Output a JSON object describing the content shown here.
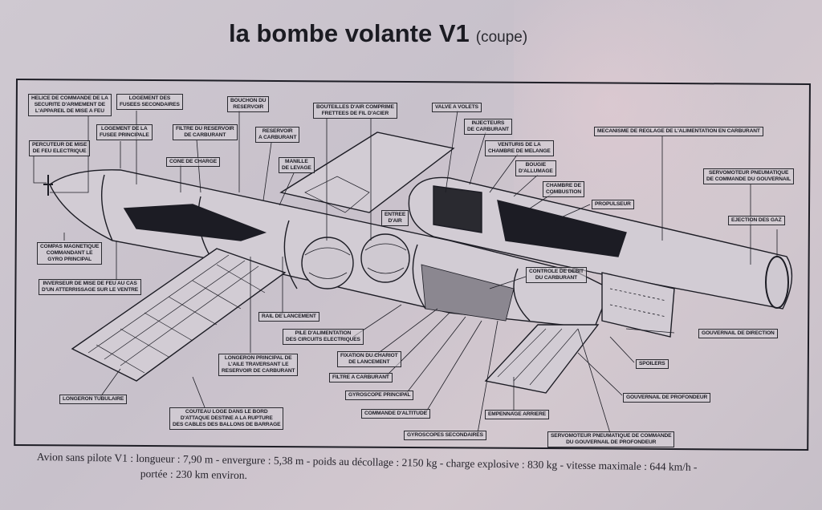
{
  "title": {
    "main": "la bombe volante V1",
    "sub": "(coupe)"
  },
  "labels": {
    "helice": "HELICE DE COMMANDE DE LA\nSECURITE D'ARMEMENT DE\nL'APPAREIL DE MISE A FEU",
    "logement_secondaires": "LOGEMENT DES\nFUSEES SECONDAIRES",
    "bouchon": "BOUCHON DU\nRESERVOIR",
    "bouteilles": "BOUTEILLES D'AIR COMPRIME\nFRETTEES DE FIL D'ACIER",
    "valve": "VALVE A VOLETS",
    "injecteurs": "INJECTEURS\nDE CARBURANT",
    "logement_principale": "LOGEMENT DE LA\nFUSEE PRINCIPALE",
    "filtre_reservoir": "FILTRE DU RESERVOIR\nDE CARBURANT",
    "reservoir": "RESERVOIR\nA CARBURANT",
    "venturis": "VENTURIS DE LA\nCHAMBRE DE MELANGE",
    "mecanisme": "MECANISME DE REGLAGE DE L'ALIMENTATION EN CARBURANT",
    "percuteur": "PERCUTEUR DE MISE\nDE FEU ELECTRIQUE",
    "cone": "CONE DE CHARGE",
    "manille": "MANILLE\nDE LEVAGE",
    "bougie": "BOUGIE\nD'ALLUMAGE",
    "chambre": "CHAMBRE DE\nCOMBUSTION",
    "servomoteur_gouvernail": "SERVOMOTEUR PNEUMATIQUE\nDE COMMANDE DU GOUVERNAIL",
    "propulseur": "PROPULSEUR",
    "entree_air": "ENTREE\nD'AIR",
    "ejection": "EJECTION DES GAZ",
    "compas": "COMPAS MAGNETIQUE\nCOMMANDANT LE\nGYRO PRINCIPAL",
    "inverseur": "INVERSEUR DE MISE DE FEU AU CAS\nD'UN ATTERRISSAGE SUR LE VENTRE",
    "controle_debit": "CONTROLE DE DEBIT\nDU CARBURANT",
    "rail": "RAIL DE LANCEMENT",
    "pile": "PILE D'ALIMENTATION\nDES CIRCUITS ELECTRIQUES",
    "gouvernail_direction": "GOUVERNAIL DE DIRECTION",
    "longeron_principal": "LONGERON PRINCIPAL DE\nL'AILE TRAVERSANT LE\nRESERVOIR DE CARBURANT",
    "fixation": "FIXATION DU CHARIOT\nDE LANCEMENT",
    "spoilers": "SPOILERS",
    "filtre_carburant": "FILTRE A CARBURANT",
    "gyroscope_principal": "GYROSCOPE PRINCIPAL",
    "gouvernail_profondeur": "GOUVERNAIL DE PROFONDEUR",
    "longeron_tubulaire": "LONGERON TUBULAIRE",
    "commande_altitude": "COMMANDE D'ALTITUDE",
    "empennage": "EMPENNAGE ARRIERE",
    "couteau": "COUTEAU LOGE DANS LE BORD\nD'ATTAQUE DESTINE A LA RUPTURE\nDES CABLES DES BALLONS DE BARRAGE",
    "gyroscopes_secondaires": "GYROSCOPES SECONDAIRES",
    "servomoteur_profondeur": "SERVOMOTEUR PNEUMATIQUE DE COMMANDE\nDU GOUVERNAIL DE PROFONDEUR"
  },
  "caption": {
    "line1": "Avion sans pilote V1 : longueur : 7,90 m - envergure : 5,38 m - poids au décollage : 2150 kg - charge explosive : 830 kg - vitesse maximale : 644 km/h  -",
    "line2": "portée : 230 km environ."
  },
  "specs": {
    "longueur": "7,90 m",
    "envergure": "5,38 m",
    "poids_au_decollage": "2150 kg",
    "charge_explosive": "830 kg",
    "vitesse_maximale": "644 km/h",
    "portee": "230 km environ"
  },
  "colors": {
    "paper": "#cbc5ce",
    "ink": "#1c1c24"
  }
}
